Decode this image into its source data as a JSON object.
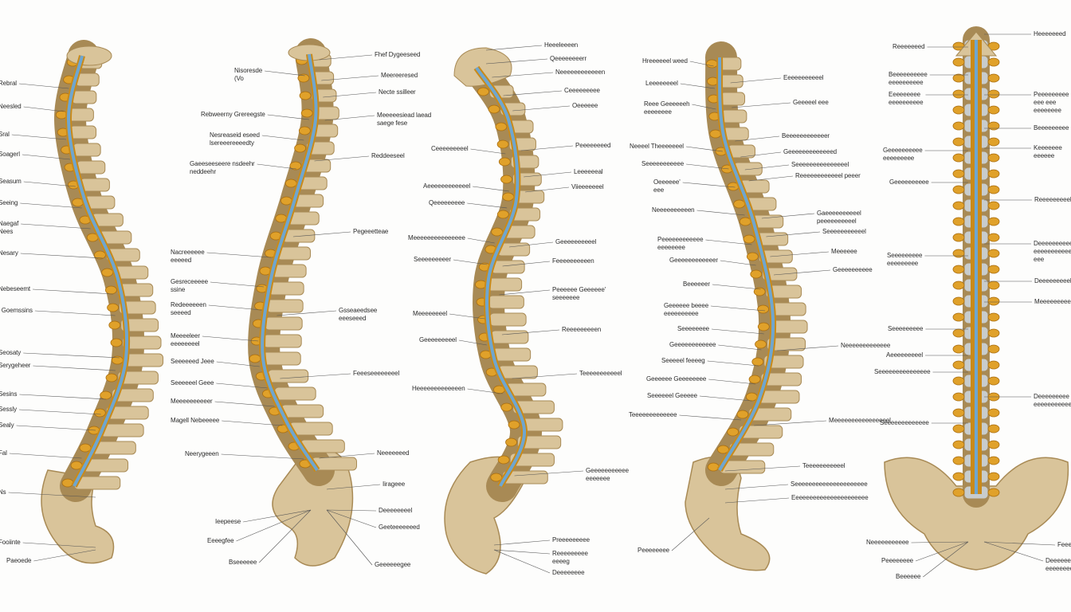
{
  "colors": {
    "bone": "#d9c49a",
    "bone_dark": "#a88a55",
    "process": "#e0a12a",
    "cord": "#6fa6cf",
    "nerve": "#c98a1a",
    "text": "#2b2b2b"
  },
  "spines": [
    {
      "name": "spine-1",
      "labels": [
        "Rebral",
        "Neesled",
        "Sral",
        "Soagerl",
        "Seasum",
        "Seeing",
        "Naegaf\nNees",
        "Nesary",
        "Nebeseemt",
        "l Goemssins",
        "Seosaty",
        "Serygeheer",
        "Sesins",
        "Sessly",
        "Sealy",
        "Fal",
        "Ns",
        "Fooiinte",
        "Paeoede"
      ]
    },
    {
      "name": "spine-2",
      "labels": [
        "Nisoresde\n(Vo",
        "Fhef Dygeeseed",
        "Meereeresed",
        "Necte ssilleer",
        "Rebweerny Grereegste",
        "Meeeeesiead laead\nsaege fese",
        "Nesreaseid eseed\nlsereeereeeedty",
        "Reddeeseel",
        "Gaeeseeseere nsdeehr\nneddeehr",
        "Pegeeetteae",
        "Nacreeeeee\neeeeed",
        "Gesreceeeee\nssine",
        "Redeeeeeen\nseeeed",
        "Gsseaeedsee\neeeseeed",
        "Meeeeleer\neeeeeeeel",
        "Seeeeeed Jeee",
        "Feeeseeeeeeeel",
        "Seeeeeel Geee",
        "Meeeeeeeeeer",
        "Magell Nebeeeee",
        "Neerygeeen",
        "Neeeeeeed",
        "Iirageee",
        "Deeeeeeeel",
        "Geeteeeeeeed",
        "Ieepeese",
        "Eeeegfee",
        "Bseeeeee",
        "Geeeeeegee"
      ]
    },
    {
      "name": "spine-3",
      "labels": [
        "Heeeleeeen",
        "Qeeeeeeeerr",
        "Neeeeeeeeeeeen",
        "Ceeeeeeeee",
        "Oeeeeee",
        "Ceeeeeeeeel",
        "Peeeeeeeed",
        "Leeeeeeal",
        "Aeeeeeeeeeeeel",
        "Viieeeeeeel",
        "Qeeeeeeeee",
        "Meeeeeeeeeeeeeee",
        "Geeeeeeeeeel",
        "Seeeeeeeeer",
        "Feeeeeeeeeen",
        "Peeeeee Geeeeee'\nseeeeeee",
        "Meeeeeeeel",
        "Reeeeeeeeen",
        "Geeeeeeeeel",
        "Teeeeeeeeeeel",
        "Heeeeeeeeeeeeen",
        "Geeeeeeeeeee\neeeeeee",
        "Preeeeeeeee",
        "Reeeeeeeee\neeeeg",
        "Deeeeeeee"
      ]
    },
    {
      "name": "spine-4",
      "labels": [
        "Hreeeeeel weed",
        "Leeeeeeeel",
        "Reee Geeeeeeh\neeeeeeee",
        "Eeeeeeeeeeel",
        "Geeeeel eee",
        "Neeeel Theeeeeeel",
        "Seeeeeeeeeee",
        "Oeeeeee'\neee",
        "Neeeeeeeeeen",
        "Beeeeeeeeeeeer",
        "Geeeeeeeeeeeeed",
        "Seeeeeeeeeeeeeeel",
        "Reeeeeeeeeeeel peeer",
        "Gaeeeeeeeeeel\npeeeeeeeeeel",
        "Seeeeeeeeeeel",
        "Peeeeeeeeeeee\neeeeeeee",
        "Geeeeeeeeeeeer",
        "Meeeeee",
        "Geeeeeeeeee",
        "Beeeeeer",
        "Geeeeee beeee\neeeeeeeeee",
        "Seeeeeeee",
        "Geeeeeeeeeeee",
        "Neeeeeeeeeeeee",
        "Seeeeel feeeeg",
        "Geeeeee Geeeeeeee",
        "Seeeeeel Geeeee",
        "Teeeeeeeeeeeee",
        "Meeeeeeeeeeeeeeeel",
        "Teeeeeeeeeeel",
        "Seeeeeeeeeeeeeeeeeeeee",
        "Eeeeeeeeeeeeeeeeeeeeee",
        "Peeeeeeee"
      ]
    },
    {
      "name": "spine-5",
      "labels": [
        "Heeeeeeed",
        "Reeeeeeed",
        "Beeeeeeeeee\neeeeeeeeee",
        "Eeeeeeeee\neeeeeeeeee",
        "Peeeeeeeee\neee eee\neeeeeeee",
        "Beeeeeeeee",
        "Geeeeeeeeee\neeeeeeeee",
        "Keeeeeee\neeeeee",
        "Geeeeeeeeee",
        "Reeeeeeeeel",
        "Deeeeeeeeeeeee\neeeeeeeeeeee\neee",
        "Seeeeeeeee\neeeeeeeee",
        "Deeeeeeeeel",
        "Meeeeeeeeel",
        "Seeeeeeeee",
        "Aeeeeeeeeel",
        "Seeeeeeeeeeeeeee",
        "Seeeeeeeeeeeee",
        "Deeeeeeeee\neeeeeeeeeeeee",
        "Neeeeeeeeeee",
        "Peeeeeeee",
        "Beeeeee",
        "Feeee",
        "Deeeeee\neeeeeeeee"
      ]
    }
  ]
}
